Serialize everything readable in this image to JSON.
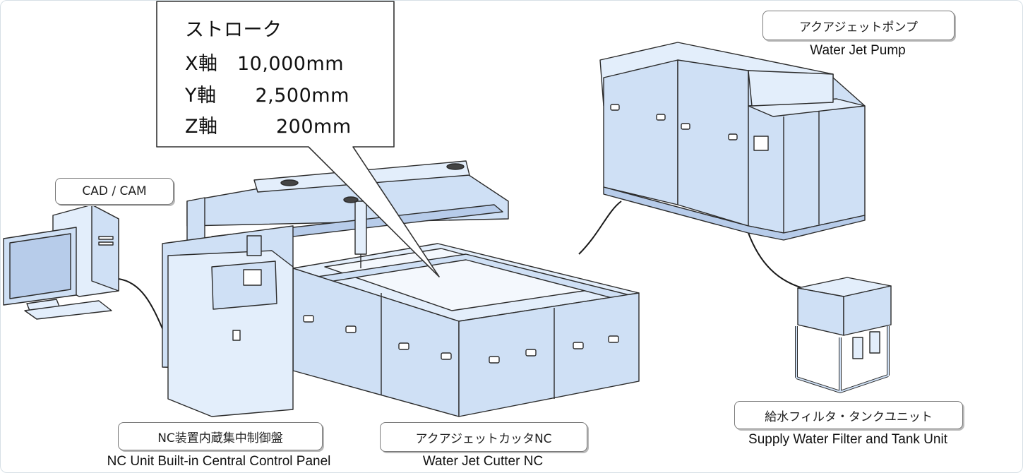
{
  "stroke_callout": {
    "title": "ストローク",
    "x_axis": "X軸　10,000mm",
    "y_axis": "Y軸　　2,500mm",
    "z_axis": "Z軸　　　200mm"
  },
  "labels": {
    "cad_cam": "CAD / CAM",
    "pump_jp": "アクアジェットポンプ",
    "pump_en": "Water Jet Pump",
    "nc_panel_jp": "NC装置内蔵集中制御盤",
    "nc_panel_en": "NC Unit Built-in Central Control Panel",
    "cutter_jp": "アクアジェットカッタNC",
    "cutter_en": "Water Jet Cutter NC",
    "tank_jp": "給水フィルタ・タンクユニット",
    "tank_en": "Supply Water Filter and Tank Unit"
  },
  "colors": {
    "machine_fill": "#cfe0f5",
    "machine_light": "#e3eefb",
    "outline": "#2b2b2b",
    "cable": "#1a1a1a"
  }
}
